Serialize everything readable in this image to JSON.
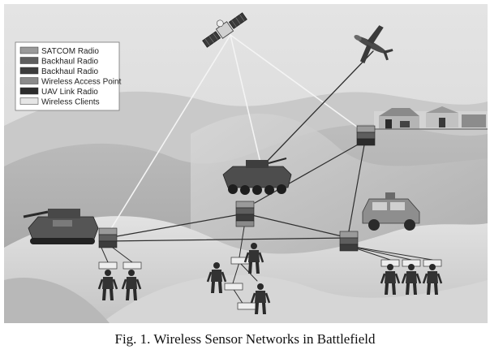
{
  "legend": {
    "items": [
      {
        "label": "SATCOM Radio",
        "color": "#9a9a9a"
      },
      {
        "label": "Backhaul Radio",
        "color": "#5e5e5e"
      },
      {
        "label": "Backhaul Radio",
        "color": "#3c3c3c"
      },
      {
        "label": "Wireless Access Point",
        "color": "#8a8a8a"
      },
      {
        "label": "UAV Link Radio",
        "color": "#2c2c2c"
      },
      {
        "label": "Wireless Clients",
        "color": "#e6e6e6"
      }
    ]
  },
  "icons": [
    "satellite-icon",
    "uav-drone-icon",
    "armored-vehicle-icon",
    "tank-icon",
    "humvee-icon",
    "field-camp-icon",
    "soldier-icon"
  ],
  "caption": "Fig. 1. Wireless Sensor Networks in Battlefield"
}
